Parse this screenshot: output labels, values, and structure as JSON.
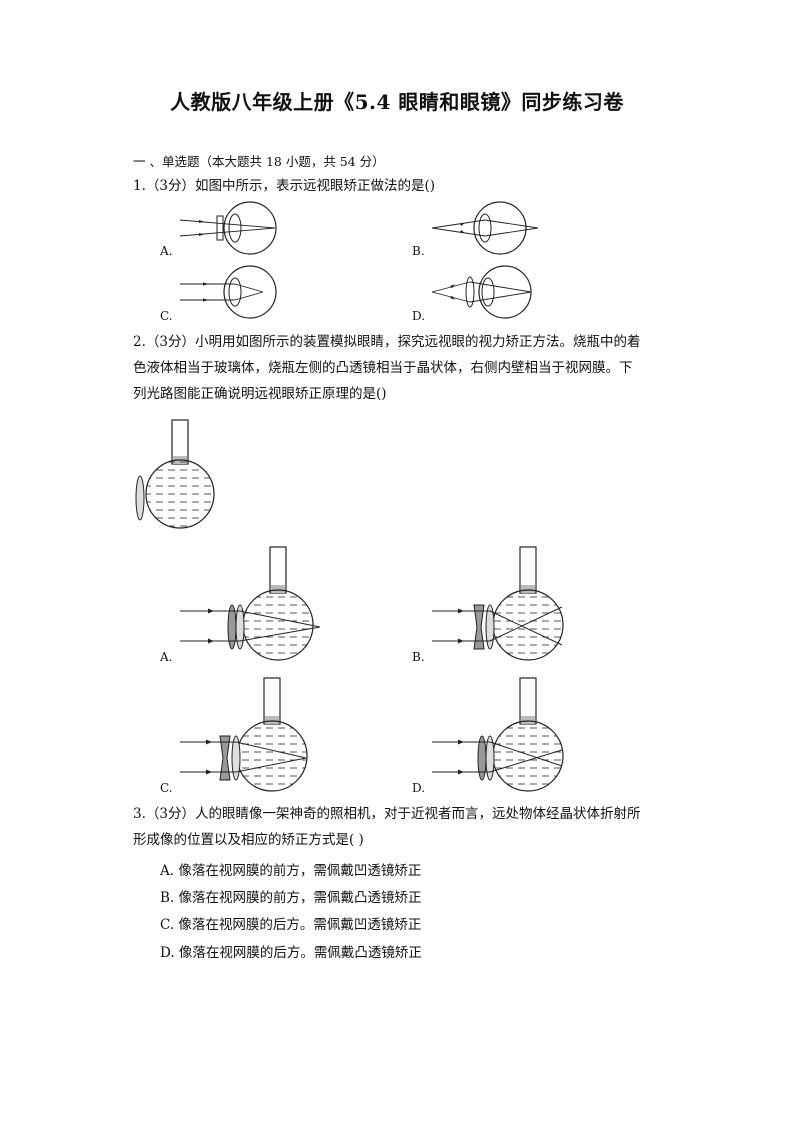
{
  "document": {
    "title": "人教版八年级上册《5.4 眼睛和眼镜》同步练习卷",
    "section_header": "一 、单选题（本大题共 18 小题，共 54 分）"
  },
  "questions": [
    {
      "number": "1.",
      "text": "（3分）如图中所示，表示远视眼矫正做法的是()",
      "option_labels": [
        "A.",
        "B.",
        "C.",
        "D."
      ]
    },
    {
      "number": "2.",
      "text_lines": [
        "（3分）小明用如图所示的装置模拟眼睛，探究远视眼的视力矫正方法。烧瓶中的着",
        "色液体相当于玻璃体，烧瓶左侧的凸透镜相当于晶状体，右侧内壁相当于视网膜。下",
        "列光路图能正确说明远视眼矫正原理的是()"
      ],
      "option_labels": [
        "A.",
        "B.",
        "C.",
        "D."
      ]
    },
    {
      "number": "3.",
      "text_lines": [
        "（3分）人的眼睛像一架神奇的照相机，对于近视者而言，远处物体经晶状体折射所",
        "形成像的位置以及相应的矫正方式是(    )"
      ],
      "choices": [
        "A. 像落在视网膜的前方，需佩戴凹透镜矫正",
        "B. 像落在视网膜的前方，需佩戴凸透镜矫正",
        "C. 像落在视网膜的后方。需佩戴凹透镜矫正",
        "D. 像落在视网膜的后方。需佩戴凸透镜矫正"
      ]
    }
  ]
}
